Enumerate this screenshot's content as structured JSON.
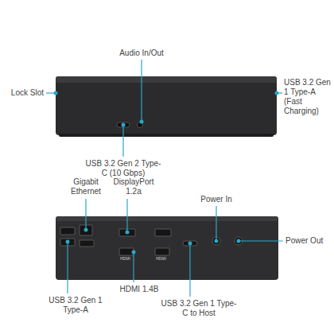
{
  "diagram": {
    "labels": [
      "Audio In/Out",
      "Lock Slot",
      "USB 3.2 Gen 1 Type-A (Fast Charging)",
      "USB 3.2 Gen 2 Type-C (10 Gbps)",
      "Gigabit Ethernet",
      "DisplayPort 1.2a",
      "Power In",
      "Power Out",
      "USB 3.2 Gen 1 Type-A",
      "HDMI 1.4B",
      "USB 3.2 Gen 1 Type-C to Host",
      "HDMI",
      "HDMI"
    ]
  }
}
